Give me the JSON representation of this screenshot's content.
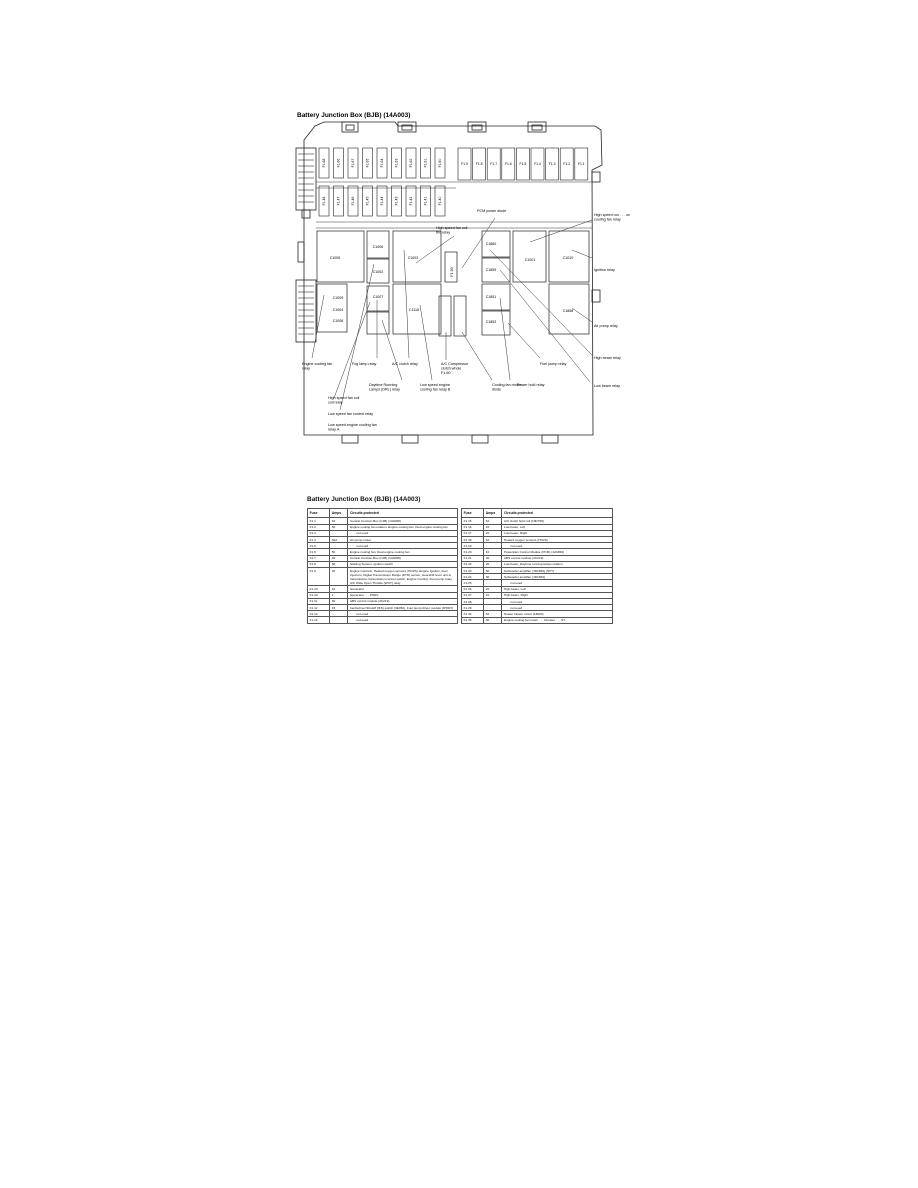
{
  "diagram": {
    "title": "Battery Junction Box (BJB) (14A003)",
    "fuses_top": [
      "F1.68",
      "F1.66",
      "F1.67",
      "F1.65",
      "F1.64",
      "F1.63",
      "F1.62",
      "F1.61",
      "F1.60"
    ],
    "fuses_maxi": [
      "F1.9",
      "F1.8",
      "F1.7",
      "F1.6",
      "F1.5",
      "F1.4",
      "F1.3",
      "F1.2",
      "F1.1"
    ],
    "fuses_row2": [
      "F1.48",
      "F1.47",
      "F1.46",
      "F1.45",
      "F1.44",
      "F1.43",
      "F1.42",
      "F1.41",
      "F1.40"
    ],
    "relays": {
      "c1005": "C1005",
      "c1006": "C1006",
      "c1002": "C1002",
      "c1003": "C1003",
      "c1001": "C1001",
      "c1004": "C1004",
      "c1007": "C1007",
      "c1008": "C1008",
      "c1009": "C1009",
      "c1010": "C1010",
      "c1118": "C1118",
      "c1851": "C1851",
      "c1853": "C1853",
      "c1858": "C1858",
      "c1860": "C1860",
      "c1859": "C1859",
      "f1_50": "F1.50"
    },
    "callouts": {
      "hs_fan_coil_top": "High speed fan coil\nthd relay",
      "pcm_power_diode": "PCM power diode",
      "high_speed_run": "High speed run . . . on\ncooling fan relay",
      "ignition_relay": "Ignition relay",
      "air_pump_relay": "Air pump relay",
      "high_beam_relay": "High beam relay",
      "low_beam_relay": "Low beam relay",
      "fuel_pump_relay": "Fuel pump relay",
      "power_hold_relay": "Power hold relay",
      "cooling_fan_motor_diode": "Cooling fan motor\ndiode",
      "ac_compressor_clutch": "A/C Compressor\nclutch whole\nF1.60",
      "ac_clutch_relay": "A/C clutch relay",
      "fog_lamp_relay": "Fog lamp relay",
      "drl_relay": "Daytime Running\nLamps (DRL) relay",
      "low_speed_b": "Low speed engine\ncooling fan relay B",
      "engine_cooling_fan_relay": "Engine cooling fan\nrelay",
      "hs_fan_coil_bottom": "High speed fan coil\ncoil relay",
      "low_speed_fan_control": "Low speed fan control relay",
      "low_speed_a": "Low speed engine cooling fan\nrelay A"
    }
  },
  "fuse_table": {
    "title": "Battery Junction Box (BJB) (14A003)",
    "headers": [
      "Fuse",
      "Amps",
      "Circuits protected"
    ],
    "left_rows": [
      [
        "F1.1",
        "40",
        "Central Junction Box (CJB) (14A068)"
      ],
      [
        "F1.2",
        "30",
        "Engine cooling fan relation, Engine cooling fan, Dual engine cooling fan"
      ],
      [
        "F1.3",
        ". . .",
        "not used"
      ],
      [
        "F1.4",
        "30A",
        "Air pump motor"
      ],
      [
        "F1.5",
        ". . .",
        "not used"
      ],
      [
        "F1.6",
        "50",
        "Engine cooling fan, Dual engine cooling fan"
      ],
      [
        "F1.7",
        "40",
        "Central Junction Box (CJB) (14A068)"
      ],
      [
        "F1.8",
        "30",
        "Starting System, Ignition switch"
      ],
      [
        "F1.9",
        "20",
        "Engine Controls, Heated oxygen sensors (HO2S), Engine Ignition, Fuel injectors, Digital Transmission Range (DTR) sensor, Gearshift lever unit to transmission transmission control switch, Engine Cooling, Fuel pump relay, A/C Wide Open Throttle (WOT) relay"
      ],
      [
        "F1.10",
        "10",
        "Generator"
      ],
      [
        "F1.10",
        "1",
        "Generator . . . PSDV"
      ],
      [
        "F1.11",
        "30",
        "ABS control module (2C219)"
      ],
      [
        "F1.12",
        "15",
        "Inertia Fuel Shutoff (IFS) switch (9E352), Fuel pump driver module (9H307)"
      ],
      [
        "F1.13",
        ". . .",
        "not used"
      ],
      [
        "F1.14",
        ". . .",
        "not used"
      ]
    ],
    "right_rows": [
      [
        "F1.15",
        "10",
        "A/C clutch field coil (10D798)"
      ],
      [
        "F1.16",
        "10",
        "Low beam, Left"
      ],
      [
        "F1.17",
        "10",
        "Low beam, Right"
      ],
      [
        "F1.18",
        "10",
        "Heated oxygen sensors (HO2S)"
      ],
      [
        "F1.19",
        ". . .",
        "not used"
      ],
      [
        "F1.20",
        "10",
        "Powertrain Control Module (PCM) (12A650)"
      ],
      [
        "F1.21",
        "30",
        "ABS control module (2C219)"
      ],
      [
        "F1.22",
        "20",
        "Low beam, Daytime running lamps relation"
      ],
      [
        "F1.23",
        "30",
        "Subwoofer amplifier (18C864) (SVT)"
      ],
      [
        "F1.24",
        "30",
        "Subwoofer amplifier (18C864)"
      ],
      [
        "F1.25",
        ". . .",
        "not used"
      ],
      [
        "F1.26",
        "10",
        "High beam, Left"
      ],
      [
        "F1.27",
        "10",
        "High beam, Right"
      ],
      [
        "F1.28",
        ". . .",
        "not used"
      ],
      [
        "F1.29",
        ". . .",
        "not used"
      ],
      [
        "F1.34",
        "40",
        "Heater blower motor (18600)"
      ],
      [
        "F1.35",
        "30",
        "Engine cooling fan motor . . . Duratec . . . ST"
      ]
    ]
  }
}
